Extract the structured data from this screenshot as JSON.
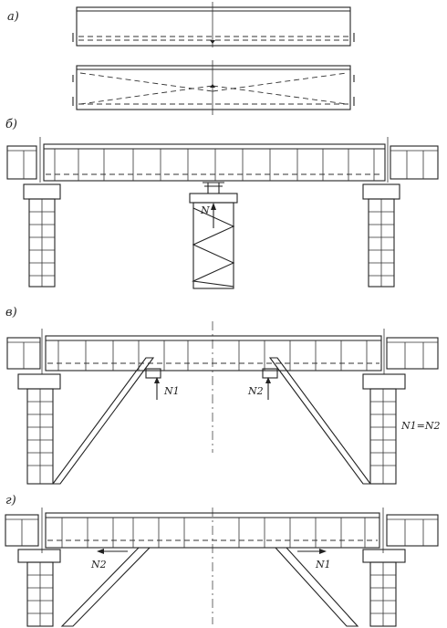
{
  "panels": {
    "a": {
      "label": "а)"
    },
    "b": {
      "label": "б)",
      "force": "N"
    },
    "v": {
      "label": "в)",
      "force_left": "N1",
      "force_right": "N2",
      "relation": "N1=N2"
    },
    "g": {
      "label": "г)",
      "force_left": "N2",
      "force_right": "N1"
    }
  }
}
